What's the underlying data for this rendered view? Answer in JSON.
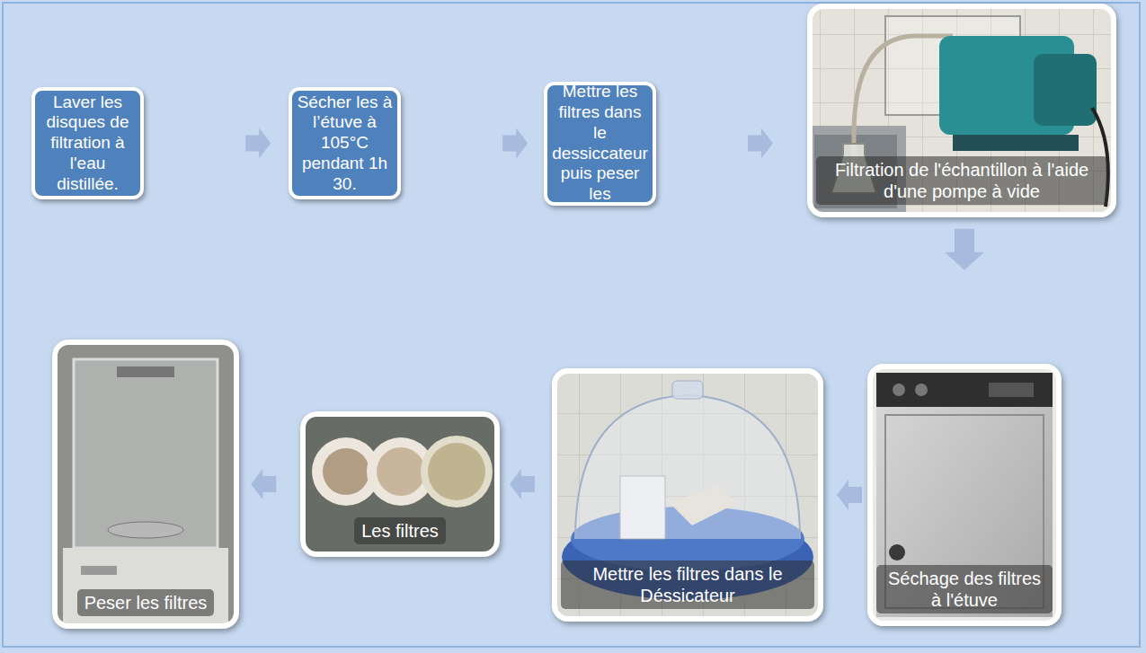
{
  "diagram": {
    "nodes": [
      {
        "text": [
          "Laver les disques de filtration à l'eau distillée."
        ]
      },
      {
        "text": [
          "Sécher les à l’étuve à 105°C pendant 1h 30."
        ]
      },
      {
        "text": [
          "Mettre les filtres dans le dessiccateur puis peser les"
        ]
      },
      {
        "text": [
          "Filtration de l'échantillon à l'aide d'une pompe à vide"
        ]
      },
      {
        "text": [
          "Séchage des filtres à l'étuve"
        ]
      },
      {
        "text": [
          "Mettre les filtres dans le Déssicateur"
        ]
      },
      {
        "text": [
          "Les filtres"
        ]
      },
      {
        "text": [
          "Peser les filtres"
        ]
      }
    ],
    "edges": [
      {
        "from": 0,
        "to": 1,
        "arrow": "to"
      },
      {
        "from": 1,
        "to": 2,
        "arrow": "to"
      },
      {
        "from": 2,
        "to": 3,
        "arrow": "to"
      },
      {
        "from": 3,
        "to": 4,
        "arrow": "to"
      },
      {
        "from": 4,
        "to": 5,
        "arrow": "to"
      },
      {
        "from": 5,
        "to": 6,
        "arrow": "to"
      },
      {
        "from": 6,
        "to": 7,
        "arrow": "to"
      }
    ]
  }
}
